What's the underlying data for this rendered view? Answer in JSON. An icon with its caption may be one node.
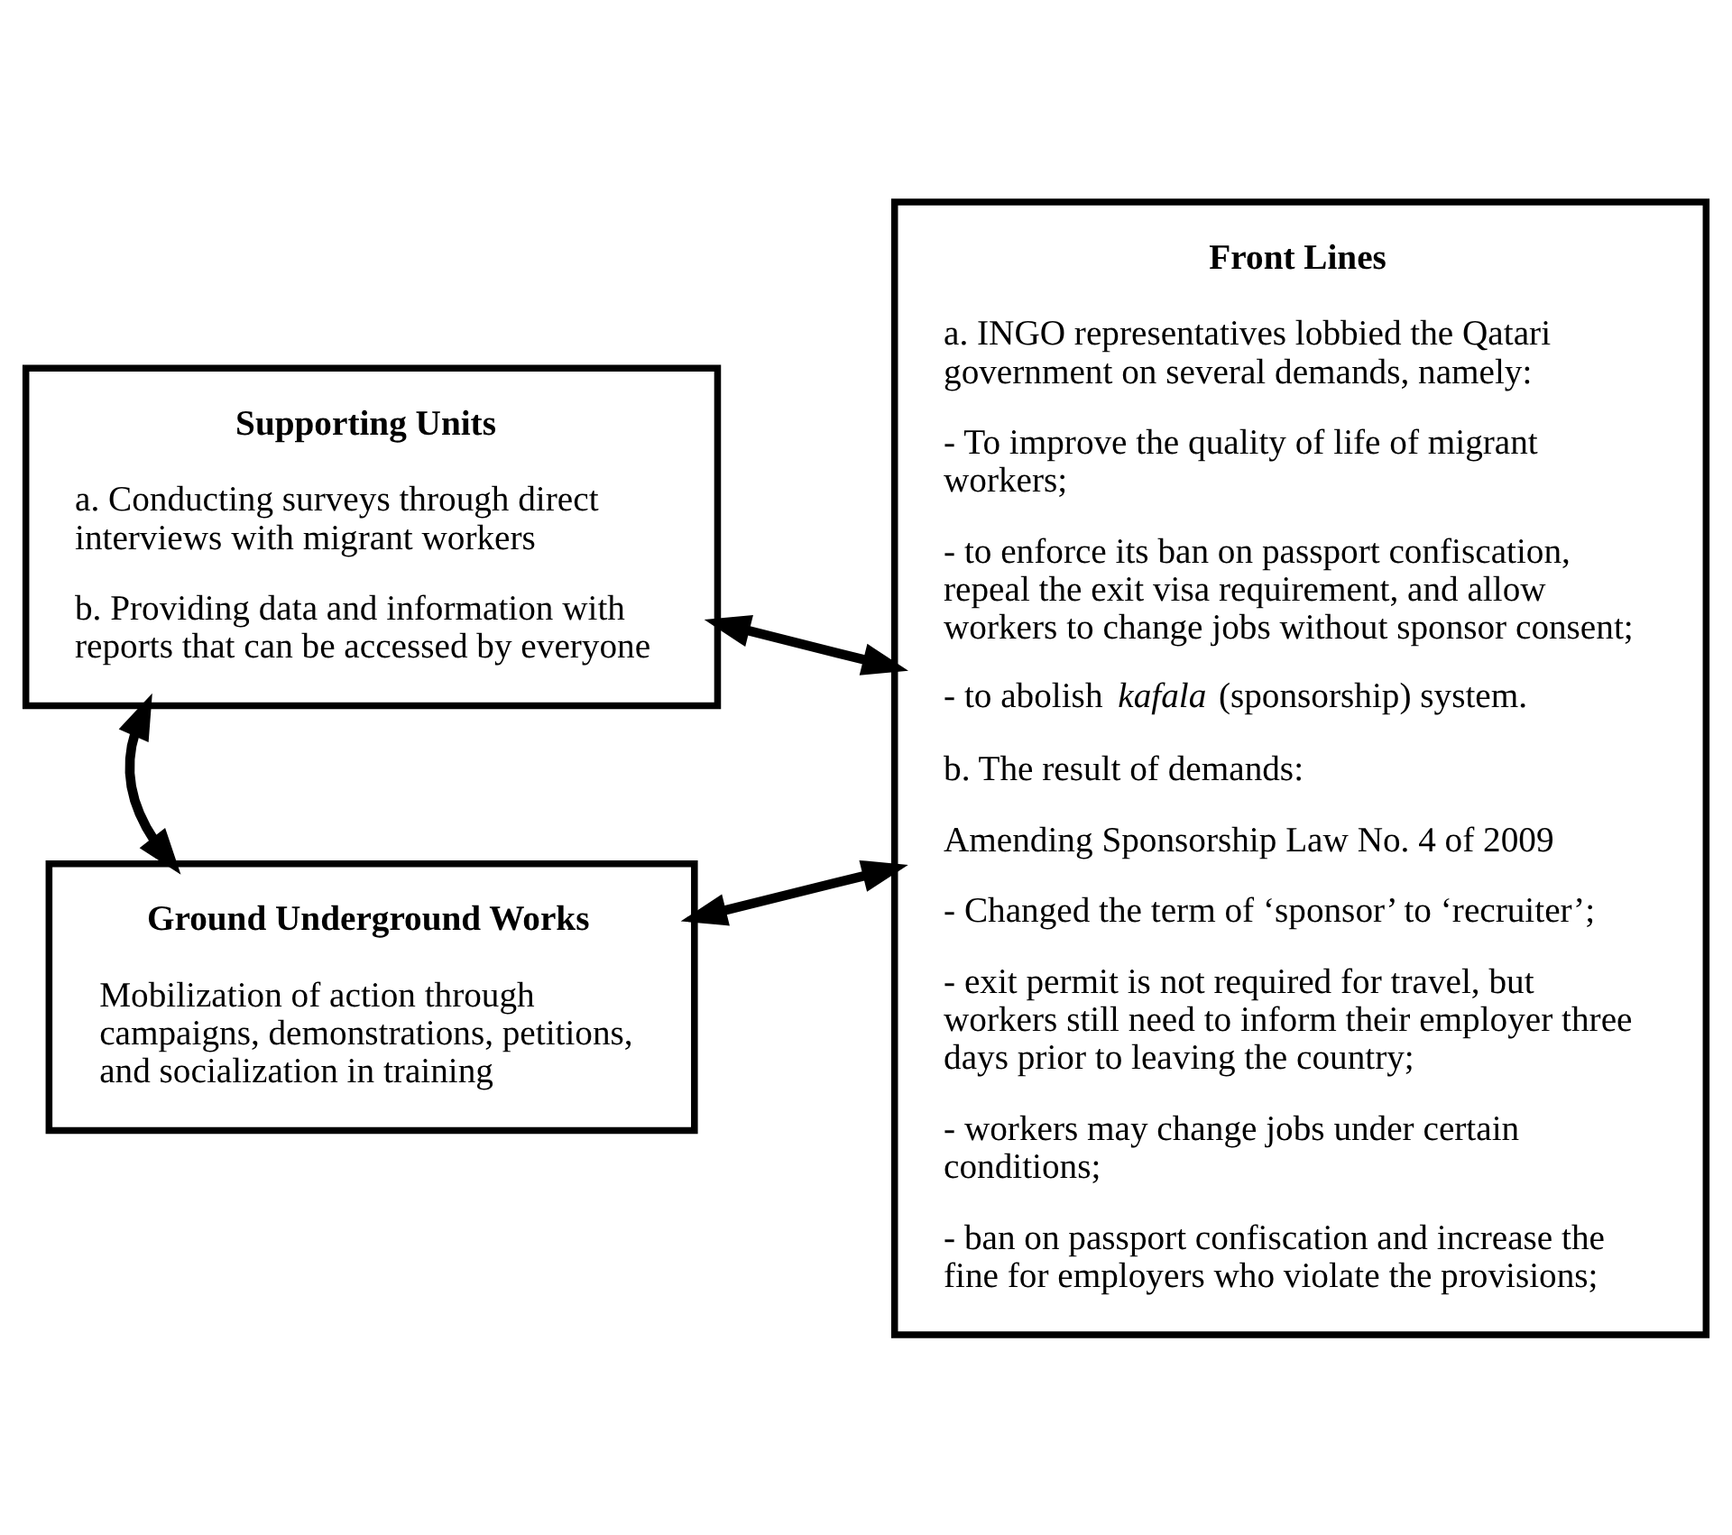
{
  "diagram": {
    "nodes": [
      {
        "text": [
          "Supporting Units",
          "a. Conducting surveys through direct interviews with migrant workers",
          "b. Providing data and information with reports that can be accessed by everyone"
        ]
      },
      {
        "text": [
          "Front Lines",
          "a. INGO representatives lobbied the Qatari government on several demands, namely:",
          "- To improve the quality of life of migrant workers;",
          "- to enforce its ban on passport confiscation, repeal the exit visa requirement, and allow workers to change jobs without sponsor consent;",
          "- to abolish *kafala* (sponsorship) system.",
          "b. The result of demands:",
          "Amending Sponsorship Law No. 4 of 2009",
          "- Changed the term of ‘sponsor’ to ‘recruiter’;",
          "- exit permit is not required for travel, but workers still need to inform their employer three days prior to leaving the country;",
          "- workers may change jobs under certain conditions;",
          "- ban on passport confiscation and increase the fine for employers who violate the provisions;"
        ]
      },
      {
        "text": [
          "Ground Underground Works",
          "Mobilization of action through campaigns, demonstrations, petitions, and socialization in training"
        ]
      }
    ],
    "edges": [
      {
        "from": 0,
        "to": 1,
        "arrow": "both"
      },
      {
        "from": 1,
        "to": 2,
        "arrow": "both"
      },
      {
        "from": 2,
        "to": 0,
        "arrow": "both"
      }
    ]
  }
}
